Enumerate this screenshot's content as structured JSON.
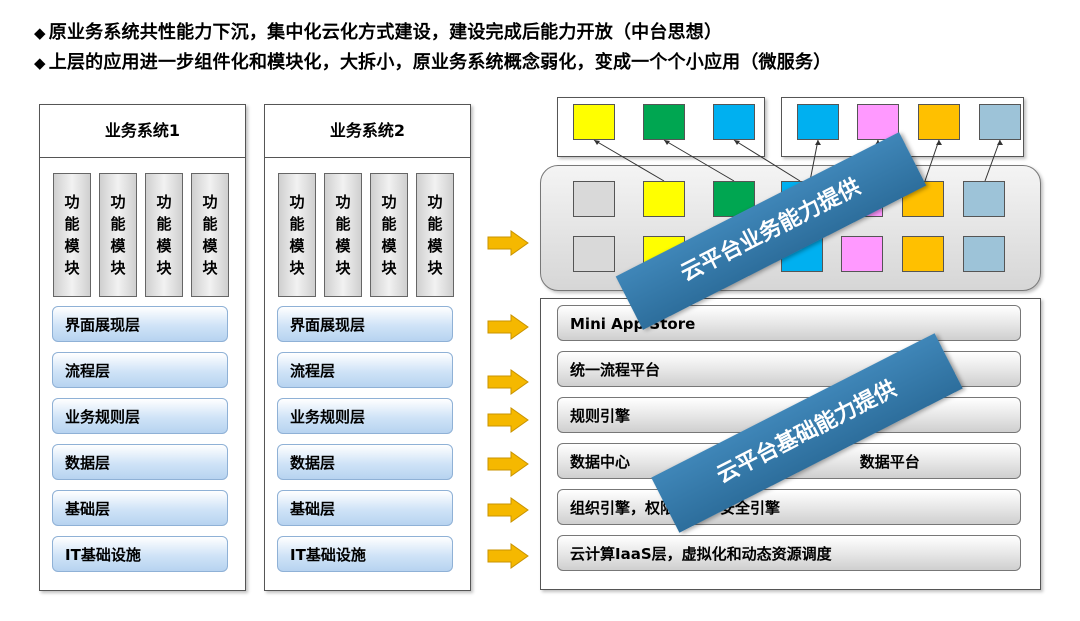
{
  "bullets": [
    "原业务系统共性能力下沉，集中化云化方式建设，建设完成后能力开放（中台思想）",
    "上层的应用进一步组件化和模块化，大拆小，原业务系统概念弱化，变成一个个小应用（微服务）"
  ],
  "bullet_mark": "◆",
  "systems": [
    {
      "title": "业务系统1",
      "modules": [
        "功能模块",
        "功能模块",
        "功能模块",
        "功能模块"
      ],
      "layers": [
        "界面展现层",
        "流程层",
        "业务规则层",
        "数据层",
        "基础层",
        "IT基础设施"
      ]
    },
    {
      "title": "业务系统2",
      "modules": [
        "功能模块",
        "功能模块",
        "功能模块",
        "功能模块"
      ],
      "layers": [
        "界面展现层",
        "流程层",
        "业务规则层",
        "数据层",
        "基础层",
        "IT基础设施"
      ]
    }
  ],
  "platform": {
    "app_colors": [
      "#ffff00",
      "#00a651",
      "#00b0f0",
      "#00b0f0",
      "#ff99ff",
      "#ffc000",
      "#9dc3d8"
    ],
    "grid_colors_row1": [
      "#d9d9d9",
      "#ffff00",
      "#00a651",
      "#00b0f0",
      "#ff99ff",
      "#ffc000",
      "#9dc3d8"
    ],
    "grid_colors_row2": [
      "#d9d9d9",
      "#ffff00",
      "#00a651",
      "#00b0f0",
      "#ff99ff",
      "#ffc000",
      "#9dc3d8"
    ],
    "business_banner": "云平台业务能力提供",
    "foundation_banner": "云平台基础能力提供",
    "bars": [
      "Mini App Store",
      "统一流程平台",
      "规则引擎",
      "数据中心                                            数据平台",
      "组织引擎，权限管理，安全引擎",
      "云计算IaaS层，虚拟化和动态资源调度"
    ]
  },
  "colors": {
    "arrow": "#f5b800",
    "banner": "#2f73a3",
    "layer": "#cfe3f7"
  }
}
